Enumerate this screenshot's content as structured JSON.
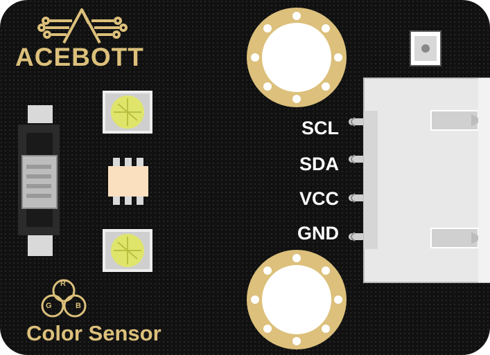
{
  "brand": {
    "name": "ACEBOTT"
  },
  "product": {
    "name": "Color Sensor"
  },
  "rgb_logo": {
    "r": "R",
    "g": "G",
    "b": "B"
  },
  "pins": [
    {
      "label": "SCL"
    },
    {
      "label": "SDA"
    },
    {
      "label": "VCC"
    },
    {
      "label": "GND"
    }
  ],
  "colors": {
    "board": "#111111",
    "gold": "#dcc07b",
    "connector": "#e8e8e8",
    "led": "#dfe56a"
  },
  "icons": [
    "acebott-logo-icon",
    "rgb-circles-icon"
  ]
}
